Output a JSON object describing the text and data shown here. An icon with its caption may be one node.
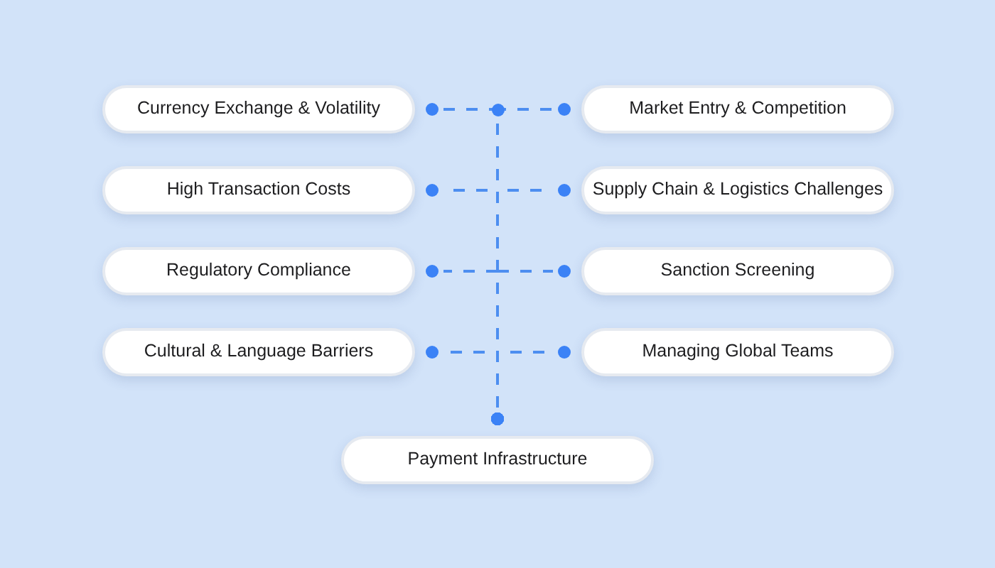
{
  "diagram": {
    "nodes": [
      {
        "text": [
          "Currency Exchange & Volatility"
        ]
      },
      {
        "text": [
          "Market Entry & Competition"
        ]
      },
      {
        "text": [
          "High Transaction Costs"
        ]
      },
      {
        "text": [
          "Supply Chain & Logistics Challenges"
        ]
      },
      {
        "text": [
          "Regulatory Compliance"
        ]
      },
      {
        "text": [
          "Sanction Screening"
        ]
      },
      {
        "text": [
          "Cultural & Language Barriers"
        ]
      },
      {
        "text": [
          "Managing Global Teams"
        ]
      },
      {
        "text": [
          "Payment Infrastructure"
        ]
      }
    ],
    "edges": [
      {
        "from": 8,
        "to": 0,
        "arrow": "other",
        "style": "dashed"
      },
      {
        "from": 8,
        "to": 1,
        "arrow": "other",
        "style": "dashed"
      },
      {
        "from": 8,
        "to": 2,
        "arrow": "other",
        "style": "dashed"
      },
      {
        "from": 8,
        "to": 3,
        "arrow": "other",
        "style": "dashed"
      },
      {
        "from": 8,
        "to": 4,
        "arrow": "other",
        "style": "dashed"
      },
      {
        "from": 8,
        "to": 5,
        "arrow": "other",
        "style": "dashed"
      },
      {
        "from": 8,
        "to": 6,
        "arrow": "other",
        "style": "dashed"
      },
      {
        "from": 8,
        "to": 7,
        "arrow": "other",
        "style": "dashed"
      }
    ]
  }
}
